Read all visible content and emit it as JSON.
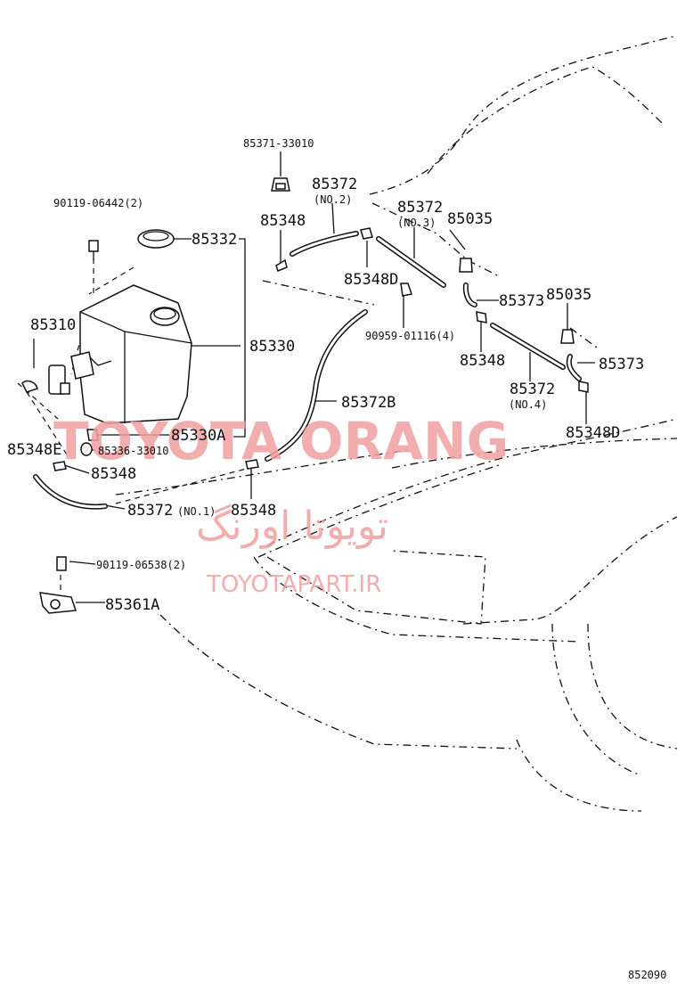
{
  "diagram_code": "852090",
  "watermark": {
    "brand": "TOYOTA ORANG",
    "persian": "تویوتا اورنگ",
    "site": "TOYOTAPART.IR",
    "color": "#f0a0a0"
  },
  "labels": [
    {
      "id": "85371",
      "text": "85371-33010"
    },
    {
      "id": "90119a",
      "text": "90119-06442(2)"
    },
    {
      "id": "85332",
      "text": "85332"
    },
    {
      "id": "85348_top",
      "text": "85348"
    },
    {
      "id": "85372_no2",
      "text": "85372"
    },
    {
      "id": "85372_no2_sub",
      "text": "(NO.2)"
    },
    {
      "id": "85372_no3",
      "text": "85372"
    },
    {
      "id": "85372_no3_sub",
      "text": "(NO.3)"
    },
    {
      "id": "85035_a",
      "text": "85035"
    },
    {
      "id": "85348D_top",
      "text": "85348D"
    },
    {
      "id": "85373_a",
      "text": "85373"
    },
    {
      "id": "85035_b",
      "text": "85035"
    },
    {
      "id": "85310",
      "text": "85310"
    },
    {
      "id": "85330",
      "text": "85330"
    },
    {
      "id": "90959",
      "text": "90959-01116(4)"
    },
    {
      "id": "85348_mid",
      "text": "85348"
    },
    {
      "id": "85373_b",
      "text": "85373"
    },
    {
      "id": "85372_no4",
      "text": "85372"
    },
    {
      "id": "85372_no4_sub",
      "text": "(NO.4)"
    },
    {
      "id": "85372B",
      "text": "85372B"
    },
    {
      "id": "85348D_low",
      "text": "85348D"
    },
    {
      "id": "85330A",
      "text": "85330A"
    },
    {
      "id": "85348E",
      "text": "85348E"
    },
    {
      "id": "85336",
      "text": "85336-33010"
    },
    {
      "id": "85348_left",
      "text": "85348"
    },
    {
      "id": "85372_no1",
      "text": "85372"
    },
    {
      "id": "85372_no1_sub",
      "text": "(NO.1)"
    },
    {
      "id": "85348_bottom",
      "text": "85348"
    },
    {
      "id": "90119b",
      "text": "90119-06538(2)"
    },
    {
      "id": "85361A",
      "text": "85361A"
    }
  ]
}
